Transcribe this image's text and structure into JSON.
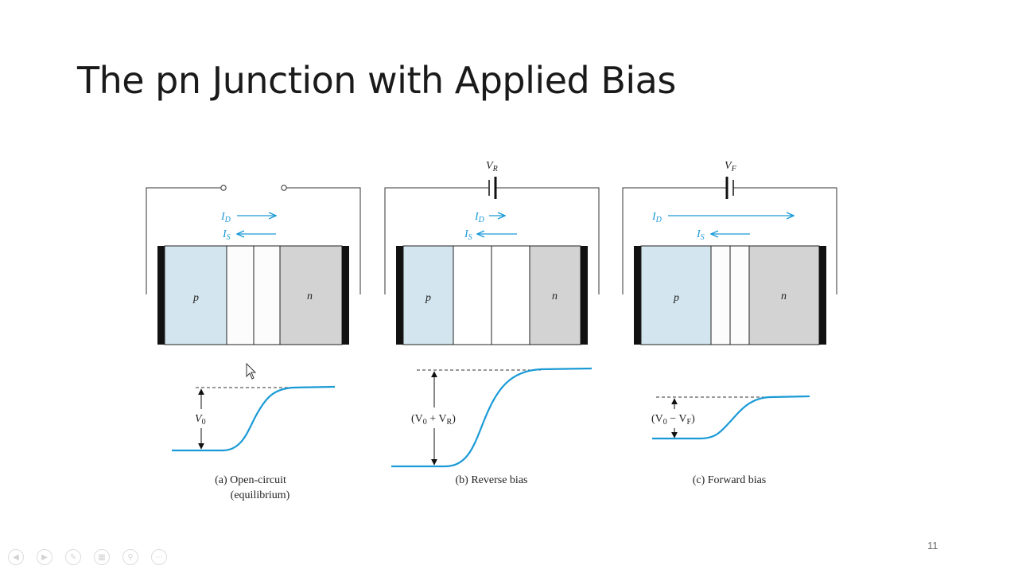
{
  "slide": {
    "title": "The pn Junction with Applied Bias",
    "page_number": "11"
  },
  "panels": [
    {
      "id": "a",
      "source_label": "",
      "id_label": "I",
      "id_sub": "D",
      "is_label": "I",
      "is_sub": "S",
      "p_label": "p",
      "n_label": "n",
      "potential_label": "V",
      "potential_sub": "0",
      "potential_rest": "",
      "caption_line1": "(a) Open-circuit",
      "caption_line2": "(equilibrium)"
    },
    {
      "id": "b",
      "source_label": "V",
      "source_sub": "R",
      "id_label": "I",
      "id_sub": "D",
      "is_label": "I",
      "is_sub": "S",
      "p_label": "p",
      "n_label": "n",
      "potential_label": "(V",
      "potential_sub": "0",
      "potential_rest": " + V",
      "potential_sub2": "R",
      "potential_close": ")",
      "caption_line1": "(b) Reverse bias",
      "caption_line2": ""
    },
    {
      "id": "c",
      "source_label": "V",
      "source_sub": "F",
      "id_label": "I",
      "id_sub": "D",
      "is_label": "I",
      "is_sub": "S",
      "p_label": "p",
      "n_label": "n",
      "potential_label": "(V",
      "potential_sub": "0",
      "potential_rest": " − V",
      "potential_sub2": "F",
      "potential_close": ")",
      "caption_line1": "(c) Forward bias",
      "caption_line2": ""
    }
  ],
  "colors": {
    "p_region": "#d3e5ef",
    "n_region": "#d3d3d3",
    "depletion": "#ffffff",
    "contact": "#111111",
    "current_arrow": "#1a9ad6",
    "potential_curve": "#1a9ad6",
    "wire": "#333333"
  },
  "toolbar": {
    "icons": [
      "previous-icon",
      "next-icon",
      "pen-icon",
      "slides-icon",
      "zoom-icon",
      "more-icon"
    ]
  }
}
